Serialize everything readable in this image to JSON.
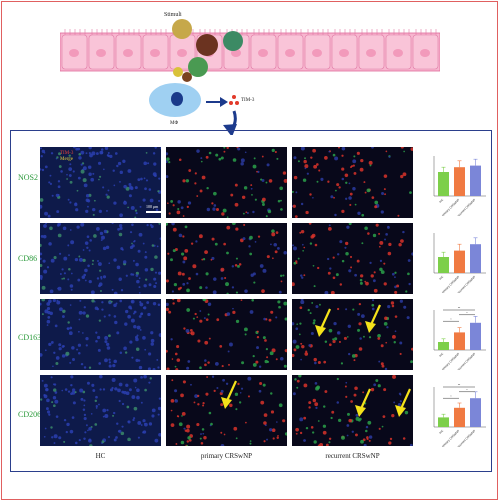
{
  "diagram": {
    "stimuli_label": "Stimuli",
    "macrophage_label": "MΦ",
    "molecule_label": "TIM-3"
  },
  "rows": [
    {
      "marker": "NOS2"
    },
    {
      "marker": "CD86"
    },
    {
      "marker": "CD163"
    },
    {
      "marker": "CD206"
    }
  ],
  "columns": [
    "HC",
    "primary CRSwNP",
    "recurrent CRSwNP"
  ],
  "legend": {
    "line1": "TIM-3",
    "line2": "Merge"
  },
  "scale_bar": "100 μm",
  "colors": {
    "hc": "#7dcf4a",
    "primary": "#f07a42",
    "recurrent": "#7b86d8",
    "arrow": "#f5e21a",
    "frame": "#2b3f8c"
  },
  "chart_data": [
    {
      "type": "bar",
      "categories": [
        "HC",
        "primary CRSwNP",
        "recurrent CRSwNP"
      ],
      "values": [
        15,
        18,
        19
      ],
      "errors": [
        3,
        4,
        4
      ],
      "ylim": [
        0,
        25
      ],
      "sig": []
    },
    {
      "type": "bar",
      "categories": [
        "HC",
        "primary CRSwNP",
        "recurrent CRSwNP"
      ],
      "values": [
        10,
        14,
        18
      ],
      "errors": [
        3,
        4,
        4
      ],
      "ylim": [
        0,
        25
      ],
      "sig": []
    },
    {
      "type": "bar",
      "categories": [
        "HC",
        "primary CRSwNP",
        "recurrent CRSwNP"
      ],
      "values": [
        5,
        11,
        17
      ],
      "errors": [
        2,
        3,
        4
      ],
      "ylim": [
        0,
        25
      ],
      "sig": [
        "*",
        "*",
        "**"
      ]
    },
    {
      "type": "bar",
      "categories": [
        "HC",
        "primary CRSwNP",
        "recurrent CRSwNP"
      ],
      "values": [
        6,
        12,
        18
      ],
      "errors": [
        2,
        3,
        4
      ],
      "ylim": [
        0,
        25
      ],
      "sig": [
        "*",
        "*",
        "**"
      ]
    }
  ]
}
